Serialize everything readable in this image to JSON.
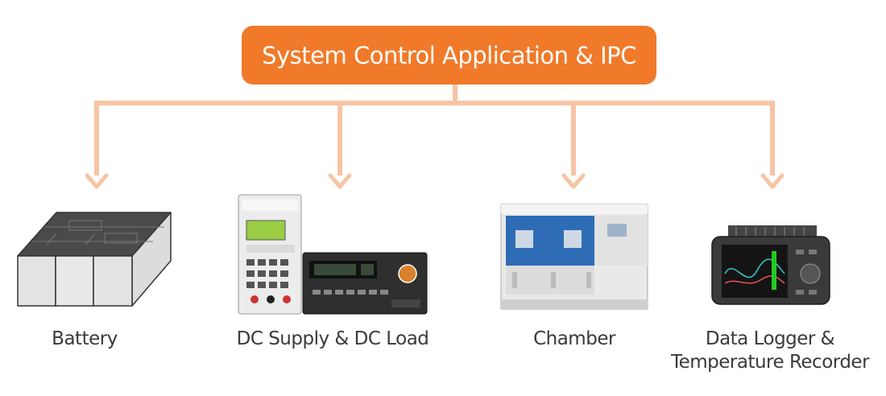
{
  "title": "System Control Application & IPC",
  "devices": [
    {
      "label": "Battery"
    },
    {
      "label": "DC Supply & DC Load"
    },
    {
      "label": "Chamber"
    },
    {
      "label_lines": [
        "Data Logger &",
        "Temperature Recorder"
      ]
    }
  ],
  "colors": {
    "accent": "#f07a2a",
    "connector": "#f7c4a4"
  }
}
